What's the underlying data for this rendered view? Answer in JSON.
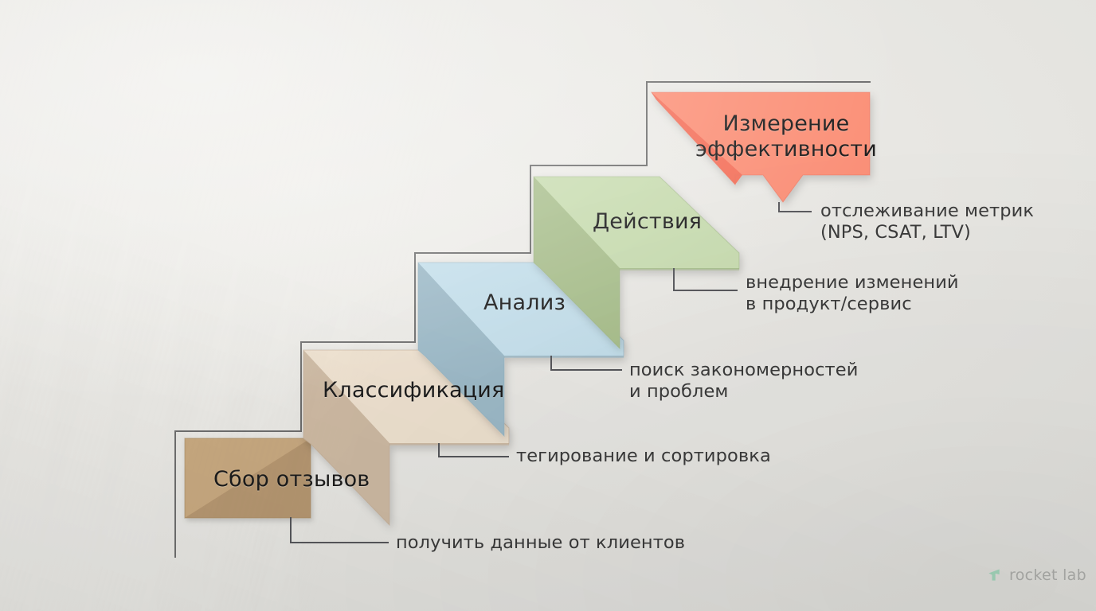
{
  "background_color": "#e9e8e4",
  "steps": [
    {
      "id": "collect",
      "label": "Сбор отзывов",
      "color_top": "#c7a87f",
      "color_front": "#b59670",
      "annotation": "получить данные от клиентов"
    },
    {
      "id": "classify",
      "label": "Классификация",
      "color_top": "#eee1cf",
      "color_front": "#cdb9a2",
      "annotation": "тегирование и сортировка"
    },
    {
      "id": "analysis",
      "label": "Анализ",
      "color_top": "#c4dfeb",
      "color_front": "#9cb9c7",
      "annotation": "поиск закономерностей\nи проблем"
    },
    {
      "id": "actions",
      "label": "Действия",
      "color_top": "#c8dcb0",
      "color_front": "#a9bf8d",
      "annotation": "внедрение изменений\nв продукт/сервис"
    },
    {
      "id": "measure",
      "label": "Измерение\nэффективности",
      "color_top": "#fb8f76",
      "color_front": "#f4705a",
      "annotation": "отслеживание метрик\n(NPS, CSAT, LTV)"
    }
  ],
  "outline": {
    "color": "#6d6d6d",
    "description": "thin staircase contour behind the paper steps"
  },
  "leader_lines": {
    "color": "#55565a"
  },
  "logo": {
    "word": "rocket lab",
    "mark_color": "#7fd3ab",
    "text_color": "#8f918e"
  }
}
